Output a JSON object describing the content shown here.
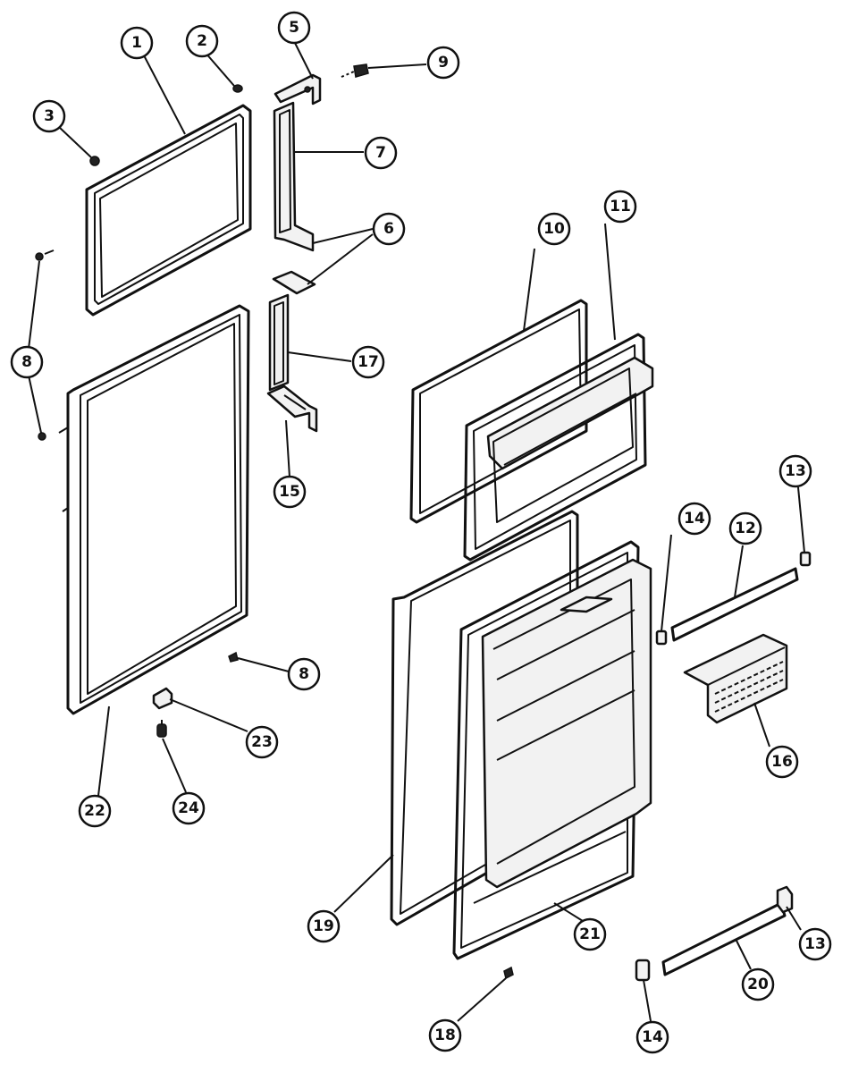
{
  "callouts": [
    {
      "id": "c1",
      "label": "1"
    },
    {
      "id": "c2",
      "label": "2"
    },
    {
      "id": "c3",
      "label": "3"
    },
    {
      "id": "c5",
      "label": "5"
    },
    {
      "id": "c9",
      "label": "9"
    },
    {
      "id": "c7",
      "label": "7"
    },
    {
      "id": "c6",
      "label": "6"
    },
    {
      "id": "c8a",
      "label": "8"
    },
    {
      "id": "c17",
      "label": "17"
    },
    {
      "id": "c15",
      "label": "15"
    },
    {
      "id": "c10",
      "label": "10"
    },
    {
      "id": "c11",
      "label": "11"
    },
    {
      "id": "c13a",
      "label": "13"
    },
    {
      "id": "c14a",
      "label": "14"
    },
    {
      "id": "c12",
      "label": "12"
    },
    {
      "id": "c8b",
      "label": "8"
    },
    {
      "id": "c16",
      "label": "16"
    },
    {
      "id": "c23",
      "label": "23"
    },
    {
      "id": "c22",
      "label": "22"
    },
    {
      "id": "c24",
      "label": "24"
    },
    {
      "id": "c19",
      "label": "19"
    },
    {
      "id": "c21",
      "label": "21"
    },
    {
      "id": "c13b",
      "label": "13"
    },
    {
      "id": "c20",
      "label": "20"
    },
    {
      "id": "c18",
      "label": "18"
    },
    {
      "id": "c14b",
      "label": "14"
    }
  ]
}
